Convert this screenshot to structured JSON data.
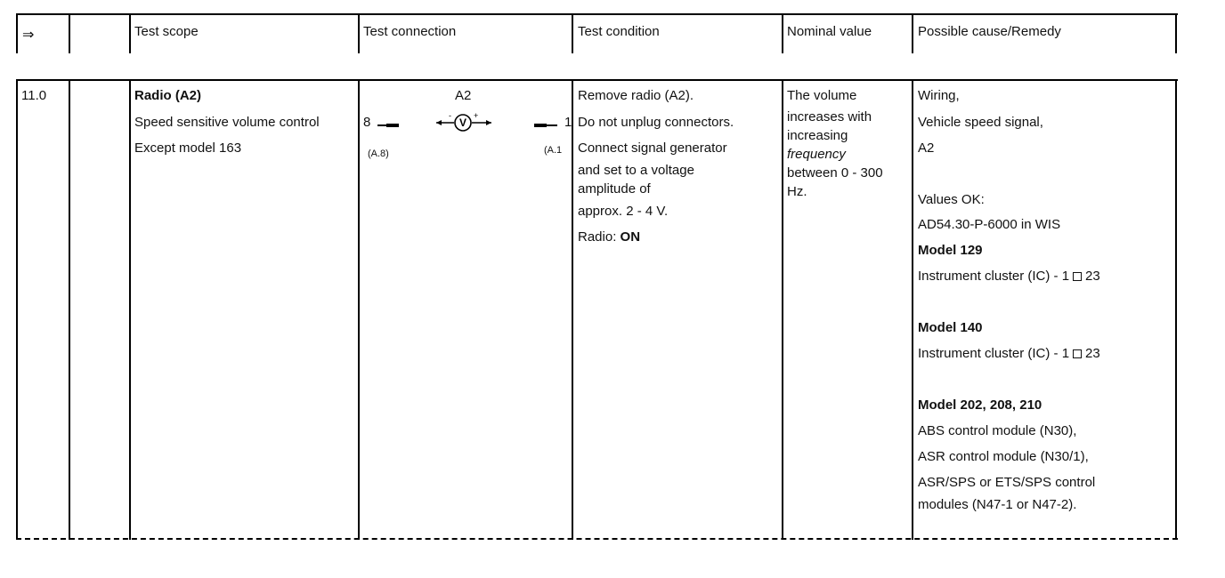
{
  "header": {
    "arrow": "⇒",
    "col_test_scope": "Test scope",
    "col_test_connection": "Test connection",
    "col_test_condition": "Test condition",
    "col_nominal_value": "Nominal value",
    "col_cause_remedy": "Possible cause/Remedy"
  },
  "row": {
    "number": "11.0",
    "scope_title": "Radio (A2)",
    "scope_line1": "Speed sensitive volume control",
    "scope_line2": "Except model 163",
    "connection": {
      "component": "A2",
      "pin_left": "8",
      "pin_right": "1",
      "label_left": "(A.8)",
      "label_right": "(A.1"
    },
    "condition": {
      "line1": "Remove radio (A2).",
      "line2": "Do not unplug connectors.",
      "line3a": "Connect signal generator",
      "line3b": "and set to a voltage",
      "line3c": "amplitude of",
      "line3d": "approx. 2 - 4 V.",
      "line4_prefix": "Radio: ",
      "line4_bold": "ON"
    },
    "nominal": {
      "l1": "The volume",
      "l2": "increases with",
      "l3": "increasing",
      "l4": "frequency",
      "l5": "between 0 - 300",
      "l6": "Hz."
    },
    "remedy": {
      "l1": "Wiring,",
      "l2": "Vehicle speed signal,",
      "l3": "A2",
      "l4": "Values OK:",
      "l5": "AD54.30-P-6000 in WIS",
      "m1_title": "Model 129",
      "m1_pre": "Instrument cluster (IC) - 1",
      "m1_post": "23",
      "m2_title": "Model 140",
      "m2_pre": "Instrument cluster (IC) - 1",
      "m2_post": "23",
      "m3_title": "Model 202, 208, 210",
      "m3_l1": "ABS control module (N30),",
      "m3_l2": "ASR control module (N30/1),",
      "m3_l3": "ASR/SPS or ETS/SPS control",
      "m3_l4": "modules (N47-1 or N47-2)."
    }
  }
}
